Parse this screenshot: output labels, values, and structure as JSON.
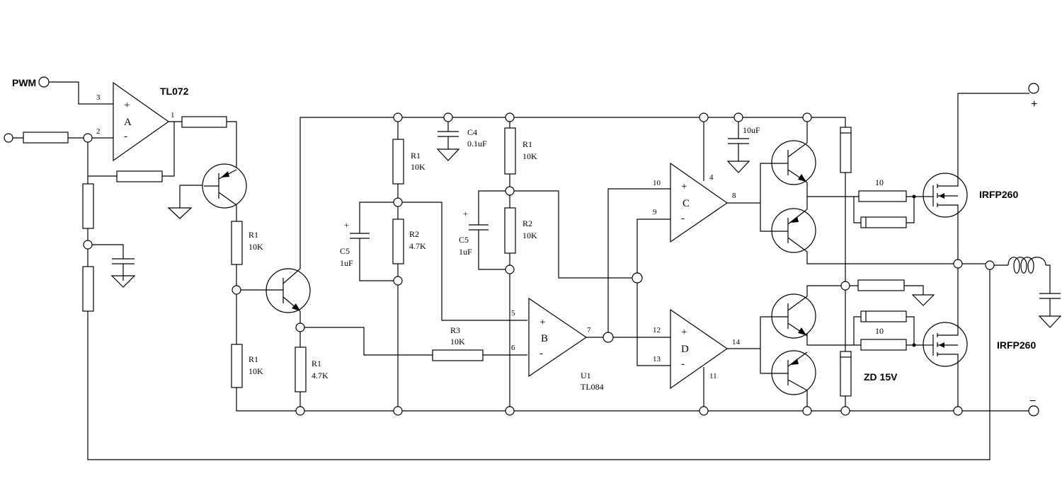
{
  "labels": {
    "pwm": "PWM",
    "tl072": "TL072",
    "u1": "U1",
    "tl084": "TL084",
    "irfp260_top": "IRFP260",
    "irfp260_bottom": "IRFP260",
    "zd": "ZD 15V",
    "plus": "+",
    "minus": "−"
  },
  "opamps": {
    "a": {
      "name": "A",
      "pin_plus": "3",
      "pin_minus": "2",
      "pin_out": "1"
    },
    "b": {
      "name": "B",
      "pin_plus": "5",
      "pin_minus": "6",
      "pin_out": "7"
    },
    "c": {
      "name": "C",
      "pin_plus": "10",
      "pin_minus": "9",
      "pin_out": "8",
      "pin_vcc": "4"
    },
    "d": {
      "name": "D",
      "pin_plus": "12",
      "pin_minus": "13",
      "pin_out": "14",
      "pin_vee": "11"
    }
  },
  "components": {
    "r_q1_emitter": {
      "name": "R1",
      "value": "10K"
    },
    "r_q2_base_down": {
      "name": "R1",
      "value": "10K"
    },
    "r_q2_emitter": {
      "name": "R1",
      "value": "4.7K"
    },
    "r_div1_top": {
      "name": "R1",
      "value": "10K"
    },
    "r_div1_bottom": {
      "name": "R2",
      "value": "4.7K"
    },
    "c_div1": {
      "name": "C5",
      "value": "1uF"
    },
    "c4": {
      "name": "C4",
      "value": "0.1uF"
    },
    "r_div2_top": {
      "name": "R1",
      "value": "10K"
    },
    "r_div2_bottom": {
      "name": "R2",
      "value": "10K"
    },
    "c_div2": {
      "name": "C5",
      "value": "1uF"
    },
    "r3": {
      "name": "R3",
      "value": "10K"
    },
    "c_supply": {
      "value": "10uF"
    },
    "r_gate_top": {
      "value": "10"
    },
    "r_gate_bottom": {
      "value": "10"
    }
  }
}
